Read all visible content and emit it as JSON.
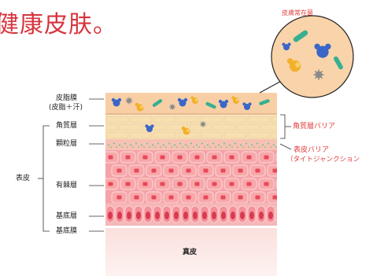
{
  "heading": "健康皮肤。",
  "callout": {
    "title": "皮膚常在菌"
  },
  "labels": {
    "sebum_film": "皮脂膜",
    "sebum_film_sub": "(皮脂＋汗)",
    "stratum_corneum": "角質層",
    "stratum_granulosum": "顆粒層",
    "stratum_spinosum": "有棘層",
    "stratum_basale": "基底層",
    "basement_membrane": "基底膜",
    "epidermis": "表皮",
    "dermis": "真皮",
    "corneum_barrier": "角質層バリア",
    "epidermal_barrier": "表皮バリア",
    "tight_junction": "（タイトジャンクション"
  },
  "colors": {
    "heading": "#d7343e",
    "annotation_red": "#e23c3c",
    "sebum": "#f6c79b",
    "corneum": "#f7dfb0",
    "granular": "#f4b6a8",
    "spinous": "#f8a8aa",
    "basal": "#e95e6c",
    "dermis": "#fbe6e4",
    "bacteria_blue": "#3a66c8",
    "bacteria_yellow": "#f3b02a",
    "bacteria_green": "#36b090",
    "virus_gray": "#8a8a8a"
  },
  "icons": [
    "bacteria-blue-icon",
    "bacteria-yellow-icon",
    "bacteria-green-rod-icon",
    "virus-gray-icon"
  ]
}
